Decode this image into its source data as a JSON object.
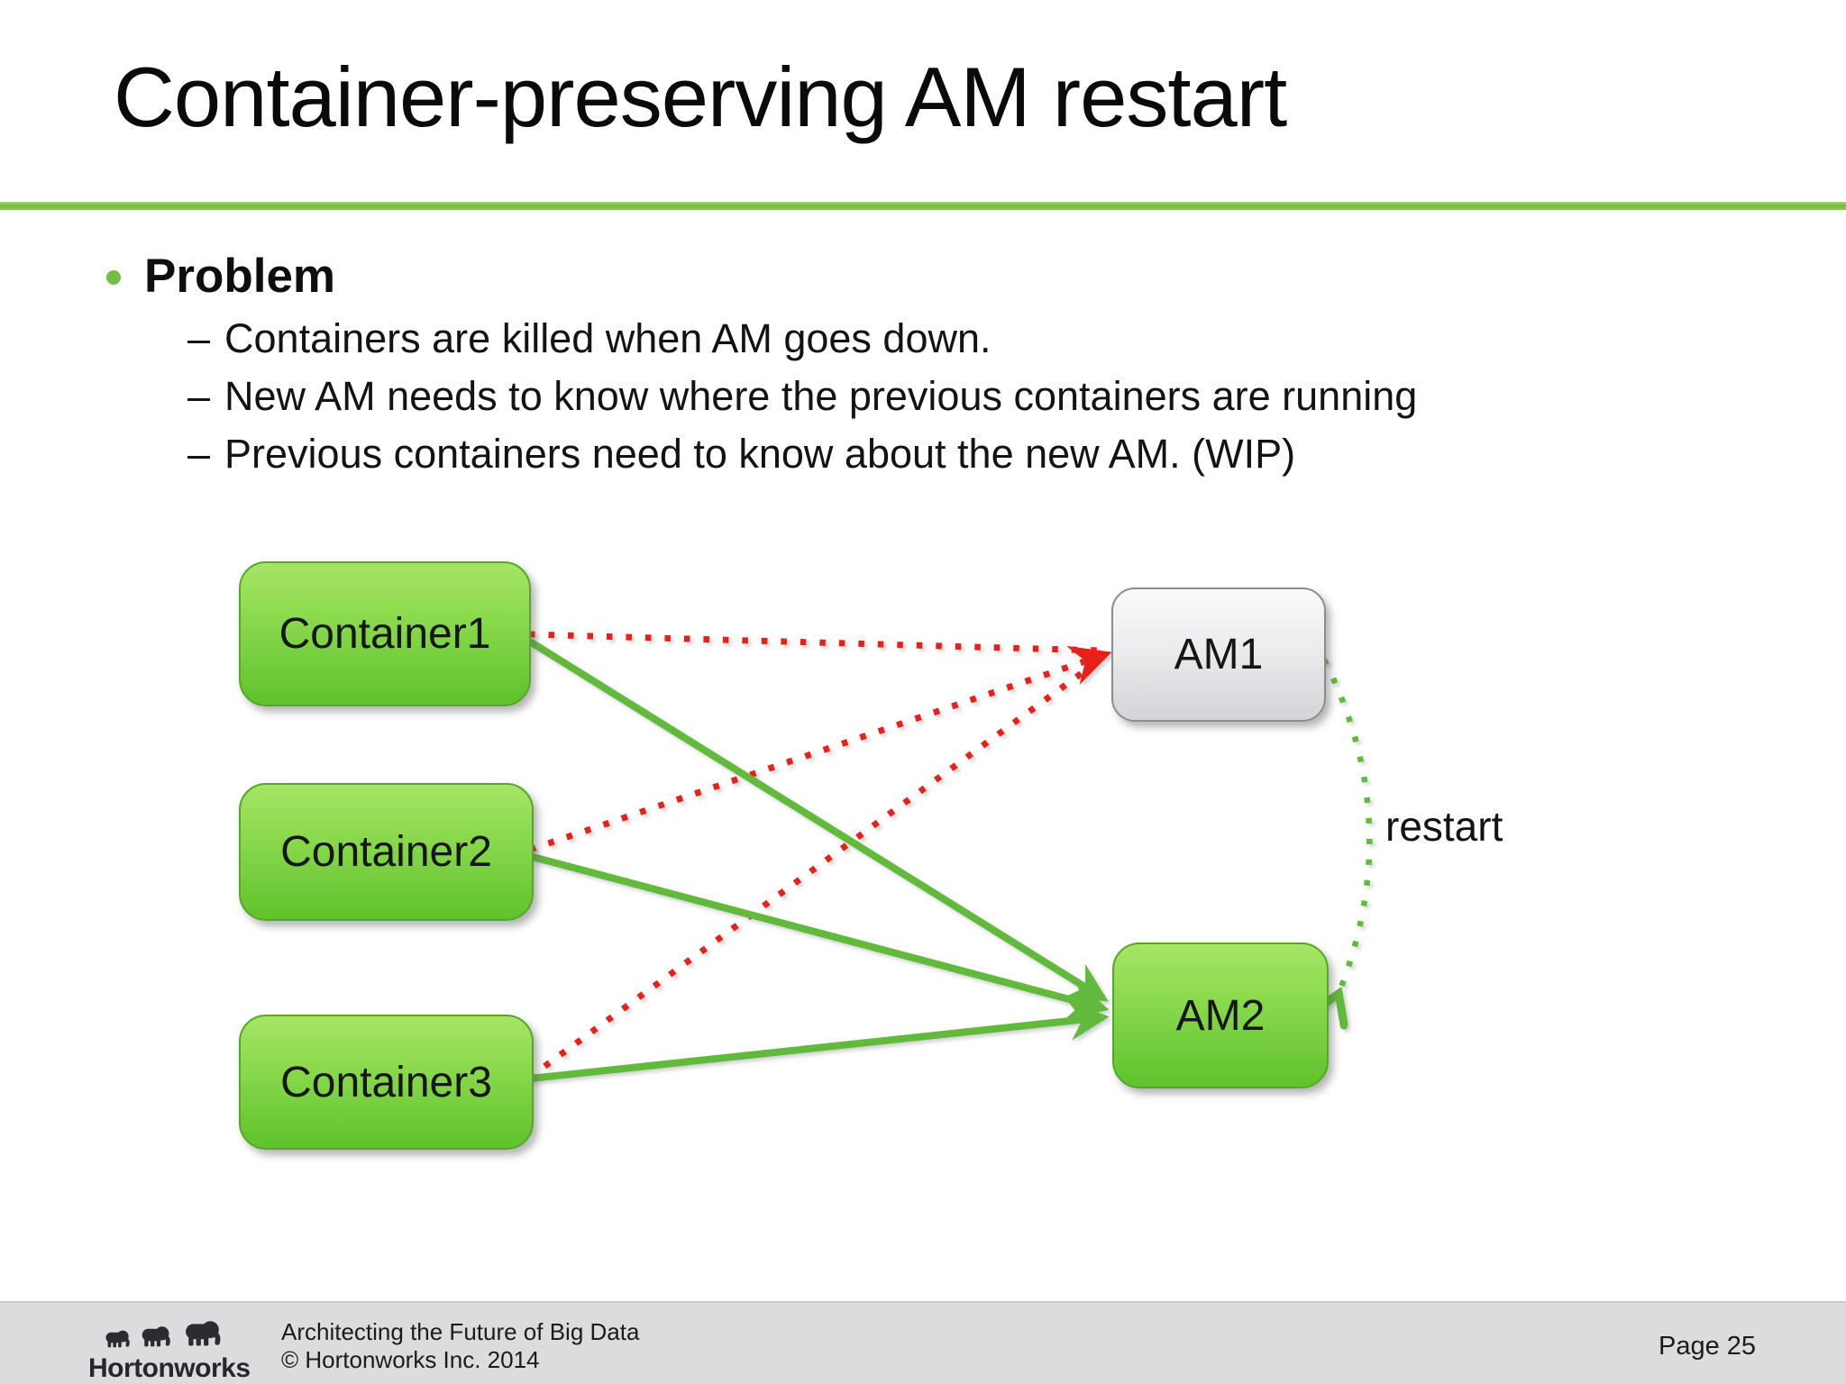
{
  "slide": {
    "title": "Container-preserving AM restart",
    "bullet": {
      "heading": "Problem",
      "dash": "–",
      "items": [
        "Containers are killed when AM goes down.",
        "New AM needs to know where the previous containers are running",
        "Previous containers need to know about the new AM. (WIP)"
      ]
    },
    "diagram": {
      "containers": [
        {
          "label": "Container1"
        },
        {
          "label": "Container2"
        },
        {
          "label": "Container3"
        }
      ],
      "am1_label": "AM1",
      "am2_label": "AM2",
      "restart_label": "restart",
      "red_links_meaning": "dotted red: containers to AM1",
      "green_links_meaning": "solid green: containers to AM2"
    },
    "footer": {
      "logo_icon": "hortonworks-elephants-icon",
      "logo_text": "Hortonworks",
      "tagline_line1": "Architecting the Future of Big Data",
      "tagline_line2": "© Hortonworks Inc. 2014",
      "page": "Page 25"
    },
    "colors": {
      "accent_green": "#76bc43",
      "box_green_top": "#a6e566",
      "box_green_bottom": "#5fc22d",
      "box_green_border": "#55a827",
      "box_gray_top": "#fafafa",
      "box_gray_bottom": "#d4d4d8",
      "box_gray_border": "#8c8c8c",
      "arrow_red": "#e8201a",
      "arrow_green": "#62ba3c",
      "footer_bg": "#dcdcde",
      "logo_color": "#2b2b31"
    }
  }
}
